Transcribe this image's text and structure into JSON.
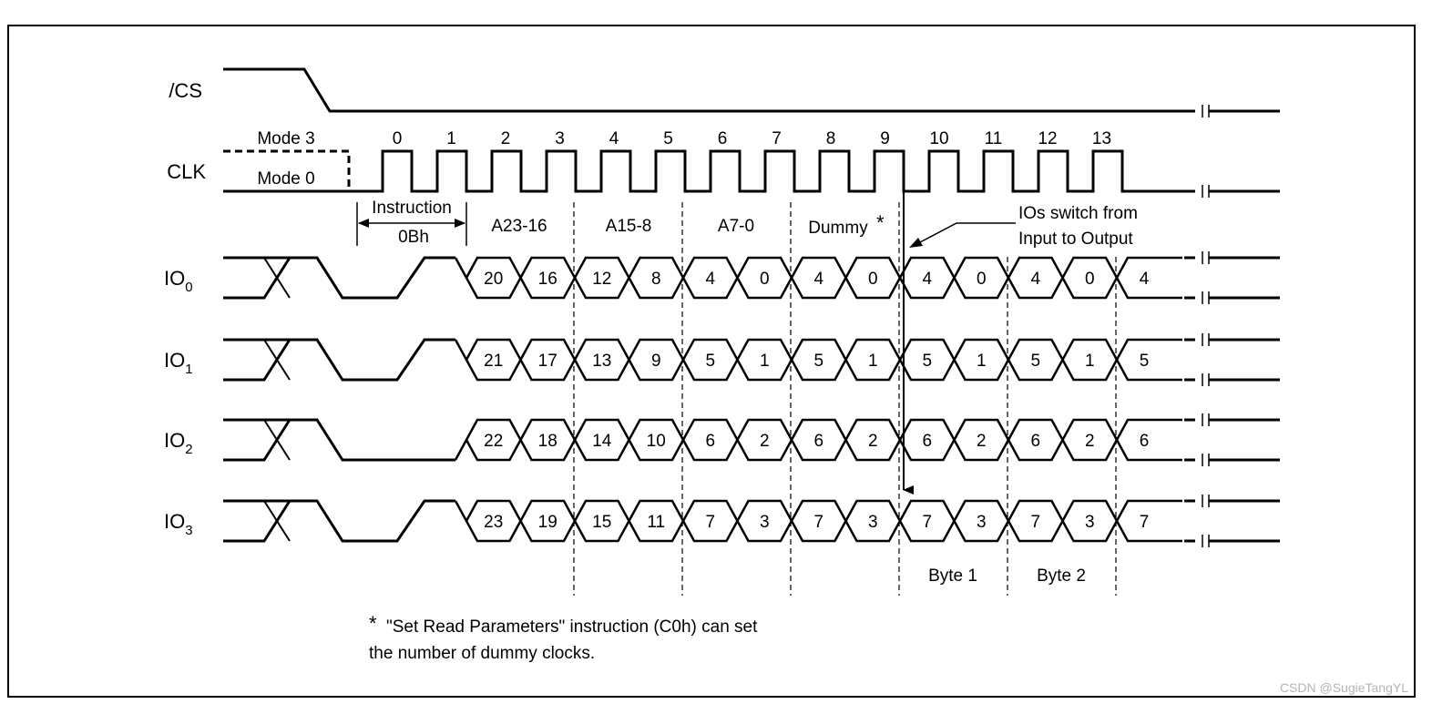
{
  "signals": {
    "cs": "/CS",
    "clk": "CLK",
    "io": [
      {
        "base": "IO",
        "sub": "0"
      },
      {
        "base": "IO",
        "sub": "1"
      },
      {
        "base": "IO",
        "sub": "2"
      },
      {
        "base": "IO",
        "sub": "3"
      }
    ]
  },
  "modes": {
    "mode3": "Mode 3",
    "mode0": "Mode 0"
  },
  "clock_numbers": [
    "0",
    "1",
    "2",
    "3",
    "4",
    "5",
    "6",
    "7",
    "8",
    "9",
    "10",
    "11",
    "12",
    "13"
  ],
  "phases": {
    "instruction": "Instruction",
    "instruction_code": "0Bh",
    "addr_high": "A23-16",
    "addr_mid": "A15-8",
    "addr_low": "A7-0",
    "dummy": "Dummy",
    "dummy_mark": "*"
  },
  "switch_note": {
    "line1": "IOs switch from",
    "line2": "Input to Output"
  },
  "io_values": [
    [
      "20",
      "16",
      "12",
      "8",
      "4",
      "0",
      "4",
      "0",
      "4",
      "0",
      "4",
      "0",
      "4"
    ],
    [
      "21",
      "17",
      "13",
      "9",
      "5",
      "1",
      "5",
      "1",
      "5",
      "1",
      "5",
      "1",
      "5"
    ],
    [
      "22",
      "18",
      "14",
      "10",
      "6",
      "2",
      "6",
      "2",
      "6",
      "2",
      "6",
      "2",
      "6"
    ],
    [
      "23",
      "19",
      "15",
      "11",
      "7",
      "3",
      "7",
      "3",
      "7",
      "3",
      "7",
      "3",
      "7"
    ]
  ],
  "bytes": [
    "Byte 1",
    "Byte 2"
  ],
  "footnote": {
    "mark": "*",
    "line1": "\"Set Read Parameters\" instruction (C0h) can set",
    "line2": "the number of dummy clocks."
  },
  "watermark": "CSDN @SugieTangYL"
}
